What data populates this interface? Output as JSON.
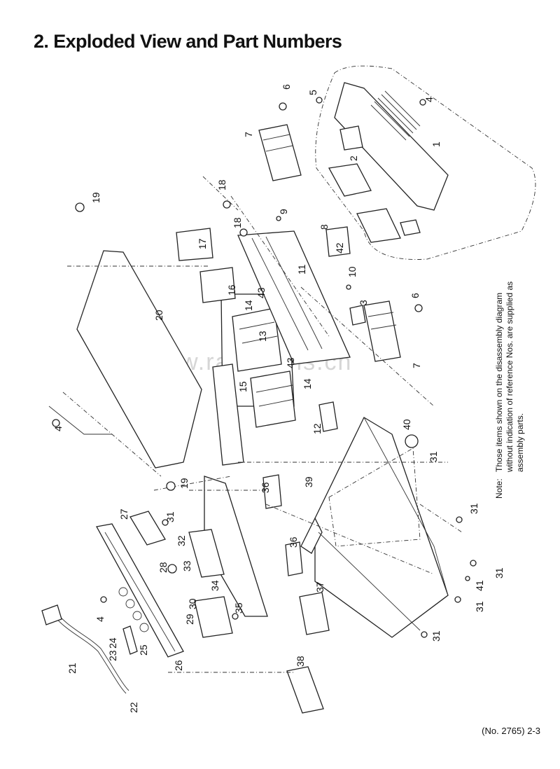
{
  "title": "2. Exploded View and Part Numbers",
  "watermark": "www.radiofans.cn",
  "note": {
    "heading": "Note:",
    "text": "Those items shown on the disassembly diagram without indication of reference Nos. are supplied as assembly parts."
  },
  "footer": "(No. 2765) 2-3",
  "part_labels": [
    "1",
    "2",
    "3",
    "4",
    "4",
    "4",
    "5",
    "6",
    "6",
    "7",
    "7",
    "8",
    "9",
    "10",
    "11",
    "12",
    "13",
    "14",
    "14",
    "15",
    "16",
    "17",
    "18",
    "18",
    "19",
    "19",
    "20",
    "21",
    "22",
    "23",
    "24",
    "25",
    "26",
    "27",
    "28",
    "29",
    "30",
    "31",
    "31",
    "31",
    "31",
    "31",
    "31",
    "32",
    "33",
    "34",
    "35",
    "36",
    "36",
    "37",
    "38",
    "39",
    "40",
    "41",
    "42",
    "43",
    "43"
  ]
}
